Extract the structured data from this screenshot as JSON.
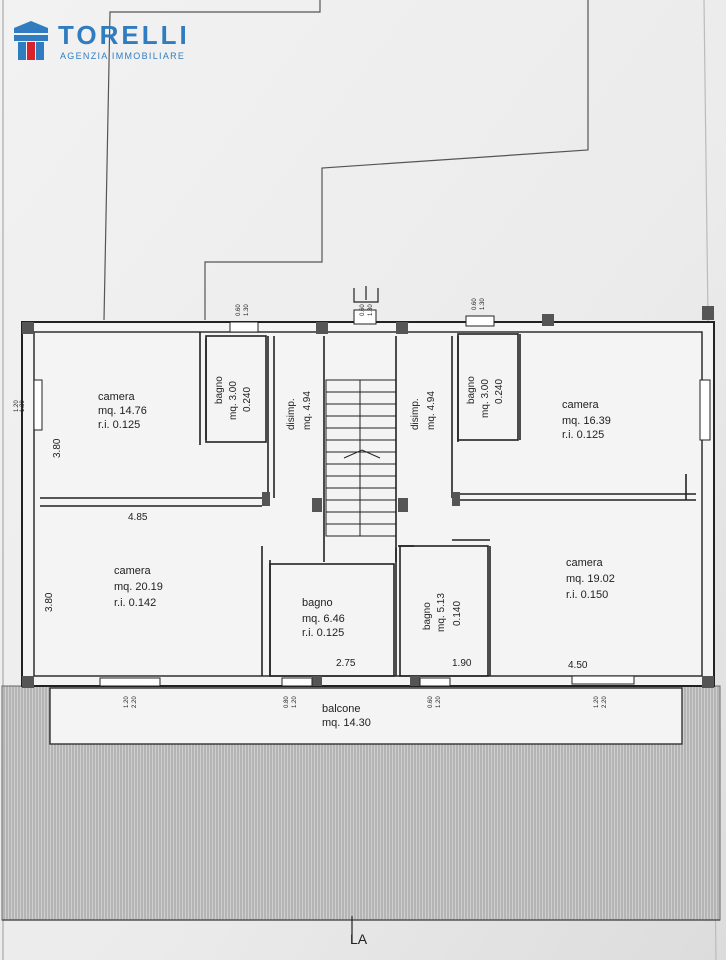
{
  "brand": {
    "name": "TORELLI",
    "tagline": "AGENZIA IMMOBILIARE",
    "colors": {
      "blue": "#2f7dc0",
      "red": "#d8232a"
    }
  },
  "rooms": [
    {
      "id": "camera-1",
      "name": "camera",
      "area": "mq. 14.76",
      "ri": "r.i. 0.125"
    },
    {
      "id": "bagno-1",
      "name": "bagno",
      "area": "mq. 3.00",
      "ri": "0.240"
    },
    {
      "id": "disimp-1",
      "name": "disimp.",
      "area": "mq. 4.94"
    },
    {
      "id": "disimp-2",
      "name": "disimp.",
      "area": "mq. 4.94"
    },
    {
      "id": "bagno-2",
      "name": "bagno",
      "area": "mq. 3.00",
      "ri": "0.240"
    },
    {
      "id": "camera-2",
      "name": "camera",
      "area": "mq. 16.39",
      "ri": "r.i. 0.125"
    },
    {
      "id": "camera-3",
      "name": "camera",
      "area": "mq. 20.19",
      "ri": "r.i. 0.142"
    },
    {
      "id": "bagno-3",
      "name": "bagno",
      "area": "mq. 6.46",
      "ri": "r.i. 0.125"
    },
    {
      "id": "bagno-4",
      "name": "bagno",
      "area": "mq. 5.13",
      "ri": "0.140"
    },
    {
      "id": "camera-4",
      "name": "camera",
      "area": "mq. 19.02",
      "ri": "r.i. 0.150"
    },
    {
      "id": "balcone",
      "name": "balcone",
      "area": "mq. 14.30"
    }
  ],
  "dimensions": {
    "left_upper_height": "3.80",
    "left_lower_height": "3.80",
    "width_top_left": "4.85",
    "width_bagno_center": "2.75",
    "width_bagno_small": "1.90",
    "width_right": "4.50"
  },
  "window_marks": {
    "left_side": "1.20\n1.30",
    "top_bagno_left": "0.60\n1.30",
    "top_stair": "0.60\n1.30",
    "top_bagno_right": "0.60\n1.30",
    "bottom_left": "1.20\n2.20",
    "bottom_center": "0.80\n1.20",
    "bottom_mid": "0.60\n1.20",
    "bottom_right": "1.20\n2.20"
  },
  "north_mark": "LA"
}
